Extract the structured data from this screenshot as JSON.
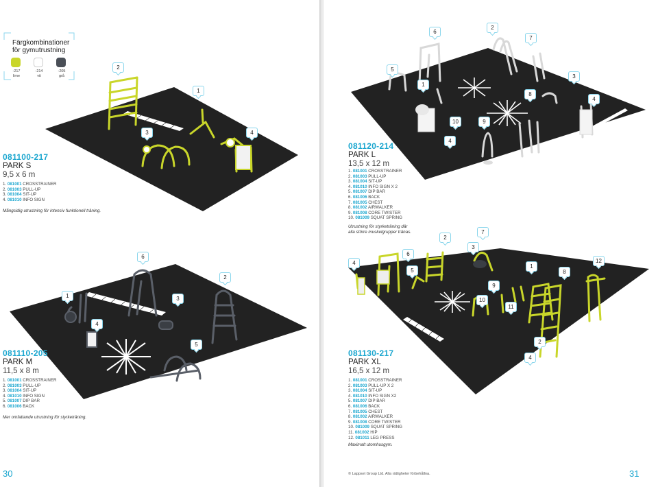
{
  "colors": {
    "lime": "#c9d62a",
    "white": "#ffffff",
    "grey": "#4a4f57",
    "accent": "#1aa6cf",
    "ground": "#222222"
  },
  "legend": {
    "title_line1": "Färgkombinationer",
    "title_line2": "för gymutrustning",
    "swatches": [
      {
        "code": "-217",
        "name": "lime"
      },
      {
        "code": "-214",
        "name": "vit"
      },
      {
        "code": "-205",
        "name": "grå"
      }
    ]
  },
  "parks": [
    {
      "code": "081100-217",
      "name": "PARK S",
      "size": "9,5 x 6 m",
      "items": [
        {
          "n": "1.",
          "code": "081001",
          "name": "CROSSTRAINER"
        },
        {
          "n": "2.",
          "code": "081003",
          "name": "PULL-UP"
        },
        {
          "n": "3.",
          "code": "081004",
          "name": "SIT-UP"
        },
        {
          "n": "4.",
          "code": "081010",
          "name": "INFO SIGN"
        }
      ],
      "note": "Mångsidig utrustning för intensiv funktionell träning.",
      "pins": [
        "2",
        "1",
        "3",
        "4"
      ]
    },
    {
      "code": "081120-214",
      "name": "PARK L",
      "size": "13,5 x 12 m",
      "items": [
        {
          "n": "1.",
          "code": "081001",
          "name": "CROSSTRAINER"
        },
        {
          "n": "2.",
          "code": "081003",
          "name": "PULL-UP"
        },
        {
          "n": "3.",
          "code": "081004",
          "name": "SIT-UP"
        },
        {
          "n": "4.",
          "code": "081010",
          "name": "INFO SIGN X 2"
        },
        {
          "n": "5.",
          "code": "081007",
          "name": "DIP BAR"
        },
        {
          "n": "6.",
          "code": "081006",
          "name": "BACK"
        },
        {
          "n": "7.",
          "code": "081005",
          "name": "CHEST"
        },
        {
          "n": "8.",
          "code": "081002",
          "name": "AIRWALKER"
        },
        {
          "n": "9.",
          "code": "081008",
          "name": "CORE TWISTER"
        },
        {
          "n": "10.",
          "code": "081009",
          "name": "SQUAT SPRING"
        }
      ],
      "note_line1": "Utrustning för styrketräning där",
      "note_line2": "alla större muskelgrupper tränas.",
      "pins": [
        "6",
        "2",
        "7",
        "5",
        "1",
        "3",
        "8",
        "4",
        "10",
        "9",
        "4"
      ]
    },
    {
      "code": "081110-205",
      "name": "PARK M",
      "size": "11,5 x 8 m",
      "items": [
        {
          "n": "1.",
          "code": "081001",
          "name": "CROSSTRAINER"
        },
        {
          "n": "2.",
          "code": "081003",
          "name": "PULL-UP"
        },
        {
          "n": "3.",
          "code": "081004",
          "name": "SIT-UP"
        },
        {
          "n": "4.",
          "code": "081010",
          "name": "INFO SIGN"
        },
        {
          "n": "5.",
          "code": "081007",
          "name": "DIP BAR"
        },
        {
          "n": "6.",
          "code": "081006",
          "name": "BACK"
        }
      ],
      "note": "Mer omfattande utrustning för styrketräning.",
      "pins": [
        "6",
        "2",
        "1",
        "3",
        "4",
        "5"
      ]
    },
    {
      "code": "081130-217",
      "name": "PARK XL",
      "size": "16,5 x 12 m",
      "items": [
        {
          "n": "1.",
          "code": "081001",
          "name": "CROSSTRAINER"
        },
        {
          "n": "2.",
          "code": "081003",
          "name": "PULL-UP X 2"
        },
        {
          "n": "3.",
          "code": "081004",
          "name": "SIT-UP"
        },
        {
          "n": "4.",
          "code": "081010",
          "name": "INFO SIGN X2"
        },
        {
          "n": "5.",
          "code": "081007",
          "name": "DIP BAR"
        },
        {
          "n": "6.",
          "code": "081006",
          "name": "BACK"
        },
        {
          "n": "7.",
          "code": "081005",
          "name": "CHEST"
        },
        {
          "n": "8.",
          "code": "081002",
          "name": "AIRWALKER"
        },
        {
          "n": "9.",
          "code": "081008",
          "name": "CORE TWISTER"
        },
        {
          "n": "10.",
          "code": "081009",
          "name": "SQUAT SPRING"
        },
        {
          "n": "11.",
          "code": "081002",
          "name": "HIP"
        },
        {
          "n": "12.",
          "code": "081011",
          "name": "LEG PRESS"
        }
      ],
      "note": "Maximalt utomhusgym.",
      "pins": [
        "2",
        "7",
        "6",
        "3",
        "4",
        "5",
        "1",
        "12",
        "8",
        "9",
        "10",
        "11",
        "2",
        "4"
      ]
    }
  ],
  "footer": {
    "left_page": "30",
    "right_page": "31",
    "copyright": "© Lappset Group Ltd. Alla rättigheter förbehållna."
  }
}
